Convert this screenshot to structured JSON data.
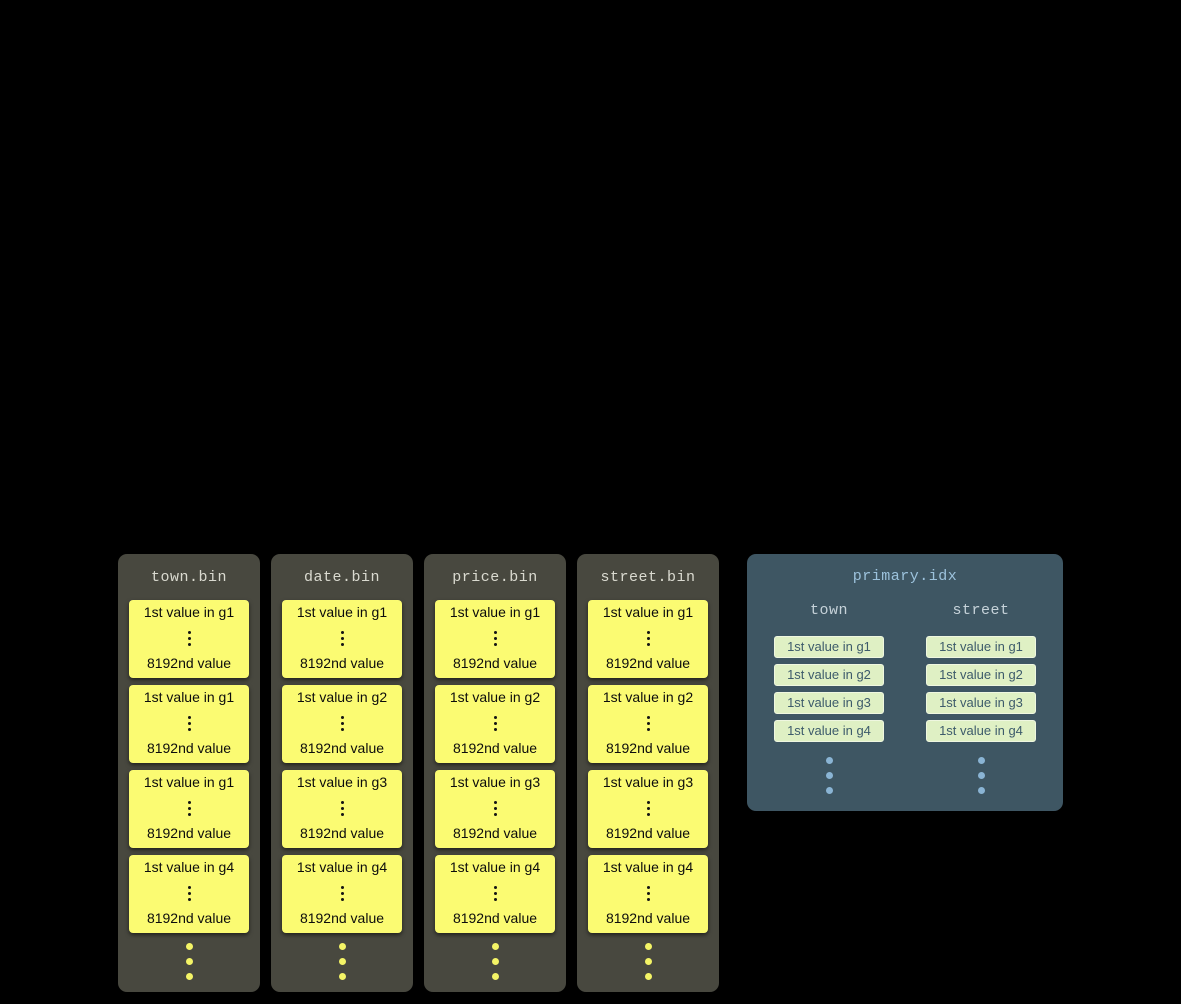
{
  "files": [
    {
      "title": "town.bin",
      "granules": [
        {
          "first": "1st value in g1",
          "last": "8192nd value"
        },
        {
          "first": "1st value in g1",
          "last": "8192nd value"
        },
        {
          "first": "1st value in g1",
          "last": "8192nd value"
        },
        {
          "first": "1st value in g4",
          "last": "8192nd value"
        }
      ]
    },
    {
      "title": "date.bin",
      "granules": [
        {
          "first": "1st value in g1",
          "last": "8192nd value"
        },
        {
          "first": "1st value in g2",
          "last": "8192nd value"
        },
        {
          "first": "1st value in g3",
          "last": "8192nd value"
        },
        {
          "first": "1st value in g4",
          "last": "8192nd value"
        }
      ]
    },
    {
      "title": "price.bin",
      "granules": [
        {
          "first": "1st value in g1",
          "last": "8192nd value"
        },
        {
          "first": "1st value in g2",
          "last": "8192nd value"
        },
        {
          "first": "1st value in g3",
          "last": "8192nd value"
        },
        {
          "first": "1st value in g4",
          "last": "8192nd value"
        }
      ]
    },
    {
      "title": "street.bin",
      "granules": [
        {
          "first": "1st value in g1",
          "last": "8192nd value"
        },
        {
          "first": "1st value in g2",
          "last": "8192nd value"
        },
        {
          "first": "1st value in g3",
          "last": "8192nd value"
        },
        {
          "first": "1st value in g4",
          "last": "8192nd value"
        }
      ]
    }
  ],
  "index": {
    "title": "primary.idx",
    "columns": [
      {
        "name": "town",
        "entries": [
          "1st value in g1",
          "1st value in g2",
          "1st value in g3",
          "1st value in g4"
        ]
      },
      {
        "name": "street",
        "entries": [
          "1st value in g1",
          "1st value in g2",
          "1st value in g3",
          "1st value in g4"
        ]
      }
    ]
  },
  "colors": {
    "background": "#000000",
    "bin_panel": "#48483f",
    "bin_title_text": "#dadad0",
    "granule_block": "#fbfb72",
    "granule_text": "#0c0c0c",
    "index_panel": "#3e5663",
    "index_title_text": "#9cc2dc",
    "index_header_text": "#c6d2d9",
    "index_entry_bg": "#dff0c4",
    "index_entry_text": "#3d5b6b",
    "ellipsis_yellow": "#f4f466",
    "ellipsis_blue": "#8ab4d4"
  }
}
